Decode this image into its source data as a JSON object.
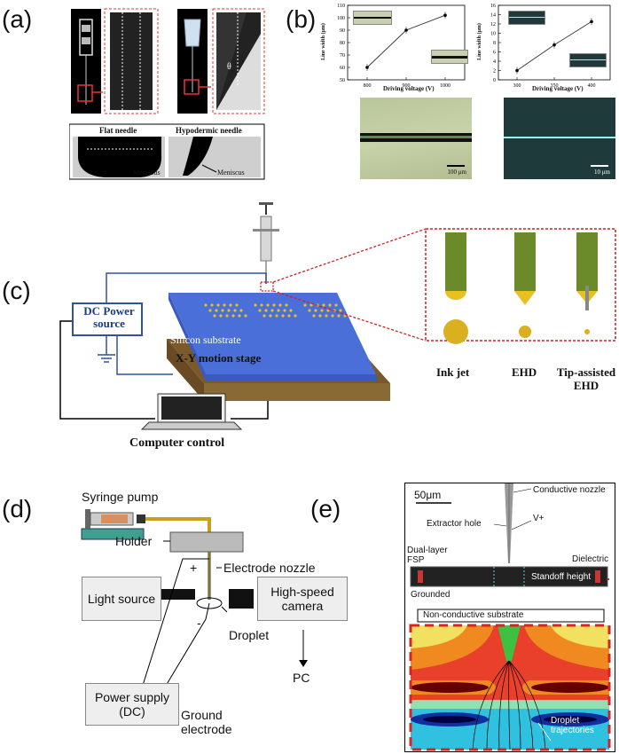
{
  "panels": {
    "a": {
      "label": "(a)",
      "flat_needle": "Flat needle",
      "hypodermic_needle": "Hypodermic needle",
      "meniscus": "Meniscus",
      "theta": "θ"
    },
    "b": {
      "label": "(b)",
      "chart_data": [
        {
          "type": "line",
          "x": [
            800,
            900,
            1000
          ],
          "values": [
            60,
            90,
            102
          ],
          "xlabel": "Driving voltage (V)",
          "ylabel": "Line width (μm)",
          "ylim": [
            50,
            110
          ],
          "yticks": [
            50,
            60,
            70,
            80,
            90,
            100,
            110
          ],
          "xticks": [
            800,
            900,
            1000
          ]
        },
        {
          "type": "line",
          "x": [
            300,
            350,
            400
          ],
          "values": [
            2,
            7.5,
            12.5
          ],
          "xlabel": "Driving voltage (V)",
          "ylabel": "Line width (μm)",
          "ylim": [
            0,
            16
          ],
          "yticks": [
            0,
            2,
            4,
            6,
            8,
            10,
            12,
            14,
            16
          ],
          "xticks": [
            300,
            350,
            400
          ]
        }
      ],
      "scale_100": "100 μm",
      "scale_10": "10 μm"
    },
    "c": {
      "label": "(c)",
      "dc_power": "DC Power source",
      "silicon": "Silicon substrate",
      "xy_stage": "X-Y motion stage",
      "computer": "Computer control",
      "ink_jet": "Ink jet",
      "ehd": "EHD",
      "tip_ehd": "Tip-assisted EHD"
    },
    "d": {
      "label": "(d)",
      "syringe_pump": "Syringe pump",
      "holder": "Holder",
      "electrode_nozzle": "Electrode nozzle",
      "light_source": "Light source",
      "camera": "High-speed camera",
      "droplet": "Droplet",
      "power_supply": "Power supply (DC)",
      "ground": "Ground electrode",
      "pc": "PC",
      "plus": "+",
      "minus": "-"
    },
    "e": {
      "label": "(e)",
      "scale": "50μm",
      "nozzle": "Conductive nozzle",
      "extractor": "Extractor hole",
      "vplus": "V+",
      "dual_layer": "Dual-layer FSP",
      "dielectric": "Dielectric",
      "grounded": "Grounded",
      "standoff": "Standoff height",
      "substrate": "Non-conductive substrate",
      "trajectories": "Droplet trajectories"
    }
  },
  "colors": {
    "substrate_blue": "#4a6fd8",
    "stage_brown": "#7a5a2a",
    "nozzle_green": "#6b8a2a",
    "dot_yellow": "#e8c020",
    "wire_blue": "#3050a0"
  }
}
